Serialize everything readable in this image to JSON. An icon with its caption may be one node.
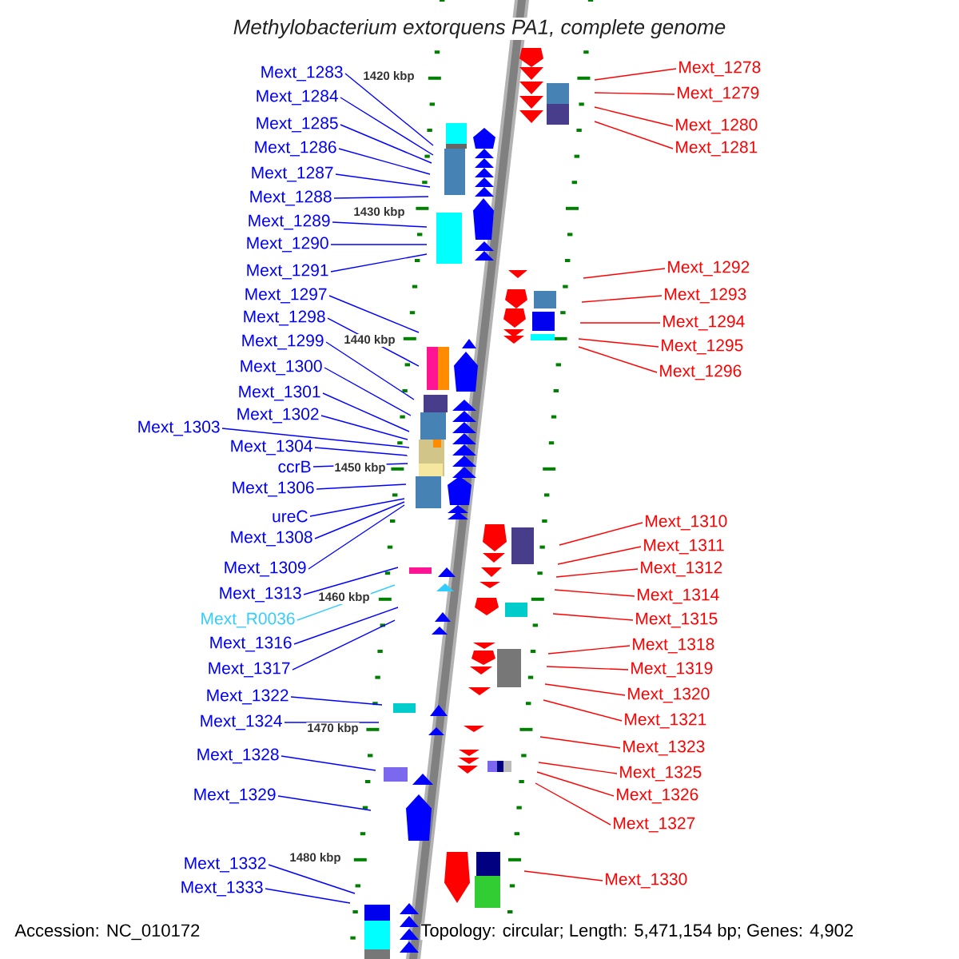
{
  "diagram": {
    "title": "Methylobacterium extorquens PA1, complete genome",
    "nodes": [
      {
        "text": [
          "Mext_1283"
        ]
      },
      {
        "text": [
          "Mext_1284"
        ]
      },
      {
        "text": [
          "Mext_1285"
        ]
      },
      {
        "text": [
          "Mext_1286"
        ]
      },
      {
        "text": [
          "Mext_1287"
        ]
      },
      {
        "text": [
          "Mext_1288"
        ]
      },
      {
        "text": [
          "Mext_1289"
        ]
      },
      {
        "text": [
          "Mext_1290"
        ]
      },
      {
        "text": [
          "Mext_1291"
        ]
      },
      {
        "text": [
          "Mext_1297"
        ]
      },
      {
        "text": [
          "Mext_1298"
        ]
      },
      {
        "text": [
          "Mext_1299"
        ]
      },
      {
        "text": [
          "Mext_1300"
        ]
      },
      {
        "text": [
          "Mext_1301"
        ]
      },
      {
        "text": [
          "Mext_1302"
        ]
      },
      {
        "text": [
          "Mext_1303"
        ]
      },
      {
        "text": [
          "Mext_1304"
        ]
      },
      {
        "text": [
          "ccrB"
        ]
      },
      {
        "text": [
          "Mext_1306"
        ]
      },
      {
        "text": [
          "ureC"
        ]
      },
      {
        "text": [
          "Mext_1308"
        ]
      },
      {
        "text": [
          "Mext_1309"
        ]
      },
      {
        "text": [
          "Mext_1313"
        ]
      },
      {
        "text": [
          "Mext_R0036"
        ]
      },
      {
        "text": [
          "Mext_1316"
        ]
      },
      {
        "text": [
          "Mext_1317"
        ]
      },
      {
        "text": [
          "Mext_1322"
        ]
      },
      {
        "text": [
          "Mext_1324"
        ]
      },
      {
        "text": [
          "Mext_1328"
        ]
      },
      {
        "text": [
          "Mext_1329"
        ]
      },
      {
        "text": [
          "Mext_1332"
        ]
      },
      {
        "text": [
          "Mext_1333"
        ]
      },
      {
        "text": [
          "Mext_1278"
        ]
      },
      {
        "text": [
          "Mext_1279"
        ]
      },
      {
        "text": [
          "Mext_1280"
        ]
      },
      {
        "text": [
          "Mext_1281"
        ]
      },
      {
        "text": [
          "Mext_1292"
        ]
      },
      {
        "text": [
          "Mext_1293"
        ]
      },
      {
        "text": [
          "Mext_1294"
        ]
      },
      {
        "text": [
          "Mext_1295"
        ]
      },
      {
        "text": [
          "Mext_1296"
        ]
      },
      {
        "text": [
          "Mext_1310"
        ]
      },
      {
        "text": [
          "Mext_1311"
        ]
      },
      {
        "text": [
          "Mext_1312"
        ]
      },
      {
        "text": [
          "Mext_1314"
        ]
      },
      {
        "text": [
          "Mext_1315"
        ]
      },
      {
        "text": [
          "Mext_1318"
        ]
      },
      {
        "text": [
          "Mext_1319"
        ]
      },
      {
        "text": [
          "Mext_1320"
        ]
      },
      {
        "text": [
          "Mext_1321"
        ]
      },
      {
        "text": [
          "Mext_1323"
        ]
      },
      {
        "text": [
          "Mext_1325"
        ]
      },
      {
        "text": [
          "Mext_1326"
        ]
      },
      {
        "text": [
          "Mext_1327"
        ]
      },
      {
        "text": [
          "Mext_1330"
        ]
      }
    ],
    "edges": [
      {
        "from": 0,
        "to": null,
        "arrow": "none"
      },
      {
        "from": 1,
        "to": null,
        "arrow": "none"
      },
      {
        "from": 2,
        "to": null,
        "arrow": "none"
      },
      {
        "from": 3,
        "to": null,
        "arrow": "none"
      },
      {
        "from": 4,
        "to": null,
        "arrow": "none"
      },
      {
        "from": 5,
        "to": null,
        "arrow": "none"
      },
      {
        "from": 6,
        "to": null,
        "arrow": "none"
      },
      {
        "from": 7,
        "to": null,
        "arrow": "none"
      },
      {
        "from": 8,
        "to": null,
        "arrow": "none"
      },
      {
        "from": 9,
        "to": null,
        "arrow": "none"
      },
      {
        "from": 10,
        "to": null,
        "arrow": "none"
      },
      {
        "from": 11,
        "to": null,
        "arrow": "none"
      },
      {
        "from": 12,
        "to": null,
        "arrow": "none"
      },
      {
        "from": 13,
        "to": null,
        "arrow": "none"
      },
      {
        "from": 14,
        "to": null,
        "arrow": "none"
      },
      {
        "from": 15,
        "to": null,
        "arrow": "none"
      },
      {
        "from": 16,
        "to": null,
        "arrow": "none"
      },
      {
        "from": 17,
        "to": null,
        "arrow": "none"
      },
      {
        "from": 18,
        "to": null,
        "arrow": "none"
      },
      {
        "from": 19,
        "to": null,
        "arrow": "none"
      },
      {
        "from": 20,
        "to": null,
        "arrow": "none"
      },
      {
        "from": 21,
        "to": null,
        "arrow": "none"
      },
      {
        "from": 22,
        "to": null,
        "arrow": "none"
      },
      {
        "from": 23,
        "to": null,
        "arrow": "none",
        "color": "#33ccff"
      },
      {
        "from": 24,
        "to": null,
        "arrow": "none"
      },
      {
        "from": 25,
        "to": null,
        "arrow": "none"
      },
      {
        "from": 26,
        "to": null,
        "arrow": "none"
      },
      {
        "from": 27,
        "to": null,
        "arrow": "none"
      },
      {
        "from": 28,
        "to": null,
        "arrow": "none"
      },
      {
        "from": 29,
        "to": null,
        "arrow": "none"
      },
      {
        "from": 30,
        "to": null,
        "arrow": "none"
      },
      {
        "from": 31,
        "to": null,
        "arrow": "none"
      },
      {
        "from": 32,
        "to": null,
        "arrow": "none",
        "color": "#ff0000"
      },
      {
        "from": 33,
        "to": null,
        "arrow": "none",
        "color": "#ff0000"
      },
      {
        "from": 34,
        "to": null,
        "arrow": "none",
        "color": "#ff0000"
      },
      {
        "from": 35,
        "to": null,
        "arrow": "none",
        "color": "#ff0000"
      },
      {
        "from": 36,
        "to": null,
        "arrow": "none",
        "color": "#ff0000"
      },
      {
        "from": 37,
        "to": null,
        "arrow": "none",
        "color": "#ff0000"
      },
      {
        "from": 38,
        "to": null,
        "arrow": "none",
        "color": "#ff0000"
      },
      {
        "from": 39,
        "to": null,
        "arrow": "none",
        "color": "#ff0000"
      },
      {
        "from": 40,
        "to": null,
        "arrow": "none",
        "color": "#ff0000"
      },
      {
        "from": 41,
        "to": null,
        "arrow": "none",
        "color": "#ff0000"
      },
      {
        "from": 42,
        "to": null,
        "arrow": "none",
        "color": "#ff0000"
      },
      {
        "from": 43,
        "to": null,
        "arrow": "none",
        "color": "#ff0000"
      },
      {
        "from": 44,
        "to": null,
        "arrow": "none",
        "color": "#ff0000"
      },
      {
        "from": 45,
        "to": null,
        "arrow": "none",
        "color": "#ff0000"
      },
      {
        "from": 46,
        "to": null,
        "arrow": "none",
        "color": "#ff0000"
      },
      {
        "from": 47,
        "to": null,
        "arrow": "none",
        "color": "#ff0000"
      },
      {
        "from": 48,
        "to": null,
        "arrow": "none",
        "color": "#ff0000"
      },
      {
        "from": 49,
        "to": null,
        "arrow": "none",
        "color": "#ff0000"
      },
      {
        "from": 50,
        "to": null,
        "arrow": "none",
        "color": "#ff0000"
      },
      {
        "from": 51,
        "to": null,
        "arrow": "none",
        "color": "#ff0000"
      },
      {
        "from": 52,
        "to": null,
        "arrow": "none",
        "color": "#ff0000"
      },
      {
        "from": 53,
        "to": null,
        "arrow": "none",
        "color": "#ff0000"
      },
      {
        "from": 54,
        "to": null,
        "arrow": "none",
        "color": "#ff0000"
      }
    ],
    "labels": [
      "1420 kbp",
      "1430 kbp",
      "1440 kbp",
      "1450 kbp",
      "1460 kbp",
      "1470 kbp",
      "1480 kbp",
      "Accession: NC_010172",
      "Topology: circular; Length: 5,471,154 bp; Genes: 4,902"
    ]
  }
}
